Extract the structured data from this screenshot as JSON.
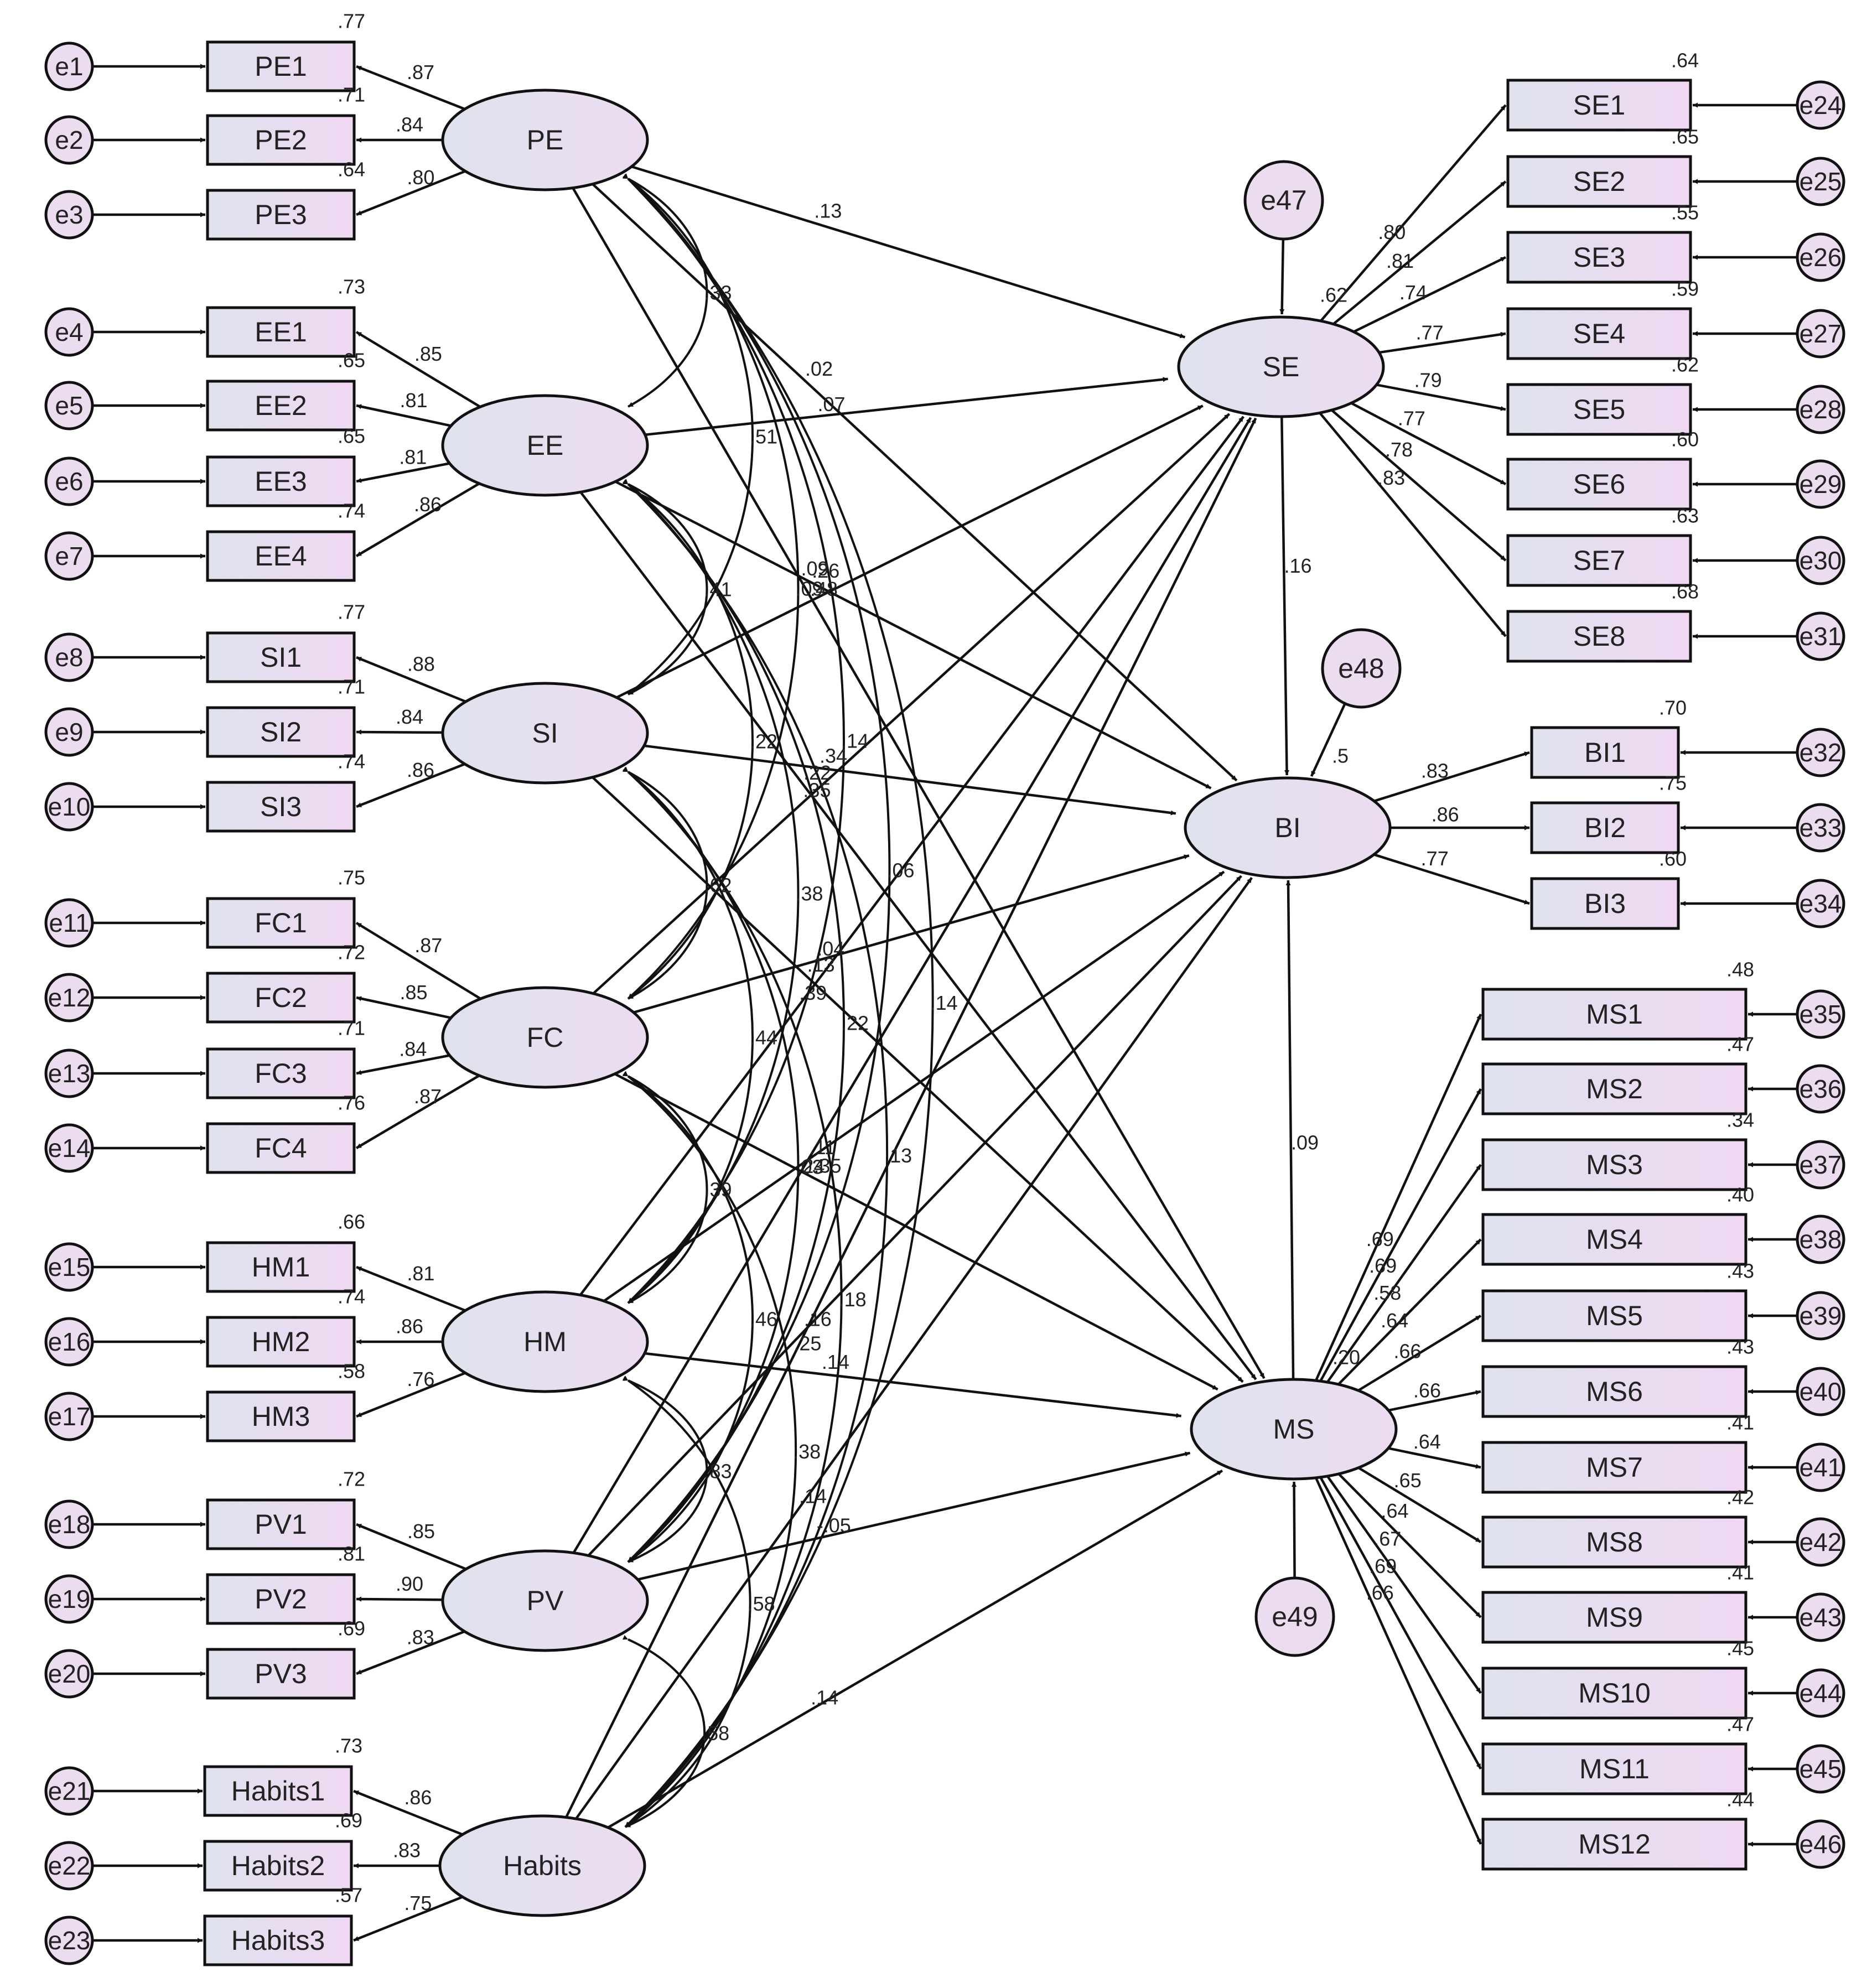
{
  "latents": [
    {
      "id": "PE",
      "label": "PE"
    },
    {
      "id": "EE",
      "label": "EE"
    },
    {
      "id": "SI",
      "label": "SI"
    },
    {
      "id": "FC",
      "label": "FC"
    },
    {
      "id": "HM",
      "label": "HM"
    },
    {
      "id": "PV",
      "label": "PV"
    },
    {
      "id": "Habits",
      "label": "Habits"
    },
    {
      "id": "SE",
      "label": "SE",
      "r2": ".62"
    },
    {
      "id": "BI",
      "label": "BI",
      "r2": ".5"
    },
    {
      "id": "MS",
      "label": "MS",
      "r2": ".20"
    }
  ],
  "left_indicators": [
    {
      "label": "PE1",
      "latent": "PE",
      "error": "e1",
      "loading": ".87",
      "r2": ".77"
    },
    {
      "label": "PE2",
      "latent": "PE",
      "error": "e2",
      "loading": ".84",
      "r2": ".71"
    },
    {
      "label": "PE3",
      "latent": "PE",
      "error": "e3",
      "loading": ".80",
      "r2": ".64"
    },
    {
      "label": "EE1",
      "latent": "EE",
      "error": "e4",
      "loading": ".85",
      "r2": ".73"
    },
    {
      "label": "EE2",
      "latent": "EE",
      "error": "e5",
      "loading": ".81",
      "r2": ".65"
    },
    {
      "label": "EE3",
      "latent": "EE",
      "error": "e6",
      "loading": ".81",
      "r2": ".65"
    },
    {
      "label": "EE4",
      "latent": "EE",
      "error": "e7",
      "loading": ".86",
      "r2": ".74"
    },
    {
      "label": "SI1",
      "latent": "SI",
      "error": "e8",
      "loading": ".88",
      "r2": ".77"
    },
    {
      "label": "SI2",
      "latent": "SI",
      "error": "e9",
      "loading": ".84",
      "r2": ".71"
    },
    {
      "label": "SI3",
      "latent": "SI",
      "error": "e10",
      "loading": ".86",
      "r2": ".74"
    },
    {
      "label": "FC1",
      "latent": "FC",
      "error": "e11",
      "loading": ".87",
      "r2": ".75"
    },
    {
      "label": "FC2",
      "latent": "FC",
      "error": "e12",
      "loading": ".85",
      "r2": ".72"
    },
    {
      "label": "FC3",
      "latent": "FC",
      "error": "e13",
      "loading": ".84",
      "r2": ".71"
    },
    {
      "label": "FC4",
      "latent": "FC",
      "error": "e14",
      "loading": ".87",
      "r2": ".76"
    },
    {
      "label": "HM1",
      "latent": "HM",
      "error": "e15",
      "loading": ".81",
      "r2": ".66"
    },
    {
      "label": "HM2",
      "latent": "HM",
      "error": "e16",
      "loading": ".86",
      "r2": ".74"
    },
    {
      "label": "HM3",
      "latent": "HM",
      "error": "e17",
      "loading": ".76",
      "r2": ".58"
    },
    {
      "label": "PV1",
      "latent": "PV",
      "error": "e18",
      "loading": ".85",
      "r2": ".72"
    },
    {
      "label": "PV2",
      "latent": "PV",
      "error": "e19",
      "loading": ".90",
      "r2": ".81"
    },
    {
      "label": "PV3",
      "latent": "PV",
      "error": "e20",
      "loading": ".83",
      "r2": ".69"
    },
    {
      "label": "Habits1",
      "latent": "Habits",
      "error": "e21",
      "loading": ".86",
      "r2": ".73"
    },
    {
      "label": "Habits2",
      "latent": "Habits",
      "error": "e22",
      "loading": ".83",
      "r2": ".69"
    },
    {
      "label": "Habits3",
      "latent": "Habits",
      "error": "e23",
      "loading": ".75",
      "r2": ".57"
    }
  ],
  "right_indicators": [
    {
      "label": "SE1",
      "latent": "SE",
      "error": "e24",
      "loading": ".80",
      "r2": ".64"
    },
    {
      "label": "SE2",
      "latent": "SE",
      "error": "e25",
      "loading": ".81",
      "r2": ".65"
    },
    {
      "label": "SE3",
      "latent": "SE",
      "error": "e26",
      "loading": ".74",
      "r2": ".55"
    },
    {
      "label": "SE4",
      "latent": "SE",
      "error": "e27",
      "loading": ".77",
      "r2": ".59"
    },
    {
      "label": "SE5",
      "latent": "SE",
      "error": "e28",
      "loading": ".79",
      "r2": ".62"
    },
    {
      "label": "SE6",
      "latent": "SE",
      "error": "e29",
      "loading": ".77",
      "r2": ".60"
    },
    {
      "label": "SE7",
      "latent": "SE",
      "error": "e30",
      "loading": ".78",
      "r2": ".63"
    },
    {
      "label": "SE8",
      "latent": "SE",
      "error": "e31",
      "loading": ".83",
      "r2": ".68"
    },
    {
      "label": "BI1",
      "latent": "BI",
      "error": "e32",
      "loading": ".83",
      "r2": ".70"
    },
    {
      "label": "BI2",
      "latent": "BI",
      "error": "e33",
      "loading": ".86",
      "r2": ".75"
    },
    {
      "label": "BI3",
      "latent": "BI",
      "error": "e34",
      "loading": ".77",
      "r2": ".60"
    },
    {
      "label": "MS1",
      "latent": "MS",
      "error": "e35",
      "loading": ".69",
      "r2": ".48"
    },
    {
      "label": "MS2",
      "latent": "MS",
      "error": "e36",
      "loading": ".69",
      "r2": ".47"
    },
    {
      "label": "MS3",
      "latent": "MS",
      "error": "e37",
      "loading": ".58",
      "r2": ".34"
    },
    {
      "label": "MS4",
      "latent": "MS",
      "error": "e38",
      "loading": ".64",
      "r2": ".40"
    },
    {
      "label": "MS5",
      "latent": "MS",
      "error": "e39",
      "loading": ".66",
      "r2": ".43"
    },
    {
      "label": "MS6",
      "latent": "MS",
      "error": "e40",
      "loading": ".66",
      "r2": ".43"
    },
    {
      "label": "MS7",
      "latent": "MS",
      "error": "e41",
      "loading": ".64",
      "r2": ".41"
    },
    {
      "label": "MS8",
      "latent": "MS",
      "error": "e42",
      "loading": ".65",
      "r2": ".42"
    },
    {
      "label": "MS9",
      "latent": "MS",
      "error": "e43",
      "loading": ".64",
      "r2": ".41"
    },
    {
      "label": "MS10",
      "latent": "MS",
      "error": "e44",
      "loading": ".67",
      "r2": ".45"
    },
    {
      "label": "MS11",
      "latent": "MS",
      "error": "e45",
      "loading": ".69",
      "r2": ".47"
    },
    {
      "label": "MS12",
      "latent": "MS",
      "error": "e46",
      "loading": ".66",
      "r2": ".44"
    }
  ],
  "disturbances": [
    {
      "label": "e47",
      "target": "SE"
    },
    {
      "label": "e48",
      "target": "BI"
    },
    {
      "label": "e49",
      "target": "MS"
    }
  ],
  "structural_paths": [
    {
      "from": "PE",
      "to": "SE",
      "label": ".13"
    },
    {
      "from": "EE",
      "to": "SE",
      "label": ".07"
    },
    {
      "from": "PE",
      "to": "BI",
      "label": ".02"
    },
    {
      "from": "EE",
      "to": "BI",
      "label": ".26"
    },
    {
      "from": "SI",
      "to": "SE",
      "label": ".48"
    },
    {
      "from": "SI",
      "to": "BI",
      "label": ".34"
    },
    {
      "from": "PE",
      "to": "MS",
      "label": ".09"
    },
    {
      "from": "EE",
      "to": "MS",
      "label": ".22"
    },
    {
      "from": "FC",
      "to": "SE",
      "label": ".35"
    },
    {
      "from": "FC",
      "to": "BI",
      "label": ".04"
    },
    {
      "from": "SI",
      "to": "MS",
      "label": ".13"
    },
    {
      "from": "HM",
      "to": "SE",
      "label": ".39"
    },
    {
      "from": "HM",
      "to": "BI",
      "label": ".11"
    },
    {
      "from": "FC",
      "to": "MS",
      "label": ".35"
    },
    {
      "from": "PV",
      "to": "SE",
      "label": ".24"
    },
    {
      "from": "PV",
      "to": "BI",
      "label": ".16"
    },
    {
      "from": "HM",
      "to": "MS",
      "label": ".14"
    },
    {
      "from": "Habits",
      "to": "SE",
      "label": ".25"
    },
    {
      "from": "Habits",
      "to": "BI",
      "label": ".14"
    },
    {
      "from": "PV",
      "to": "MS",
      "label": "-.05"
    },
    {
      "from": "Habits",
      "to": "MS",
      "label": ".14"
    },
    {
      "from": "SE",
      "to": "BI",
      "label": ".16"
    },
    {
      "from": "MS",
      "to": "BI",
      "label": ".09"
    }
  ],
  "covariances": [
    {
      "a": "PE",
      "b": "EE",
      "label": ".33"
    },
    {
      "a": "PE",
      "b": "SI",
      "label": ".51"
    },
    {
      "a": "EE",
      "b": "SI",
      "label": ".41"
    },
    {
      "a": "PE",
      "b": "FC",
      "label": ".09"
    },
    {
      "a": "EE",
      "b": "FC",
      "label": ".22"
    },
    {
      "a": "SI",
      "b": "FC",
      "label": ".62"
    },
    {
      "a": "PE",
      "b": "HM",
      "label": ".14"
    },
    {
      "a": "EE",
      "b": "HM",
      "label": ".38"
    },
    {
      "a": "SI",
      "b": "HM",
      "label": ".44"
    },
    {
      "a": "FC",
      "b": "HM",
      "label": ".39"
    },
    {
      "a": "PE",
      "b": "PV",
      "label": ".06"
    },
    {
      "a": "EE",
      "b": "PV",
      "label": ".22"
    },
    {
      "a": "SI",
      "b": "PV",
      "label": ".03"
    },
    {
      "a": "FC",
      "b": "PV",
      "label": ".46"
    },
    {
      "a": "HM",
      "b": "PV",
      "label": ".83"
    },
    {
      "a": "PE",
      "b": "Habits",
      "label": ".14"
    },
    {
      "a": "EE",
      "b": "Habits",
      "label": ".13"
    },
    {
      "a": "SI",
      "b": "Habits",
      "label": ".18"
    },
    {
      "a": "FC",
      "b": "Habits",
      "label": ".38"
    },
    {
      "a": "HM",
      "b": "Habits",
      "label": ".58"
    },
    {
      "a": "PV",
      "b": "Habits",
      "label": ".58"
    }
  ]
}
